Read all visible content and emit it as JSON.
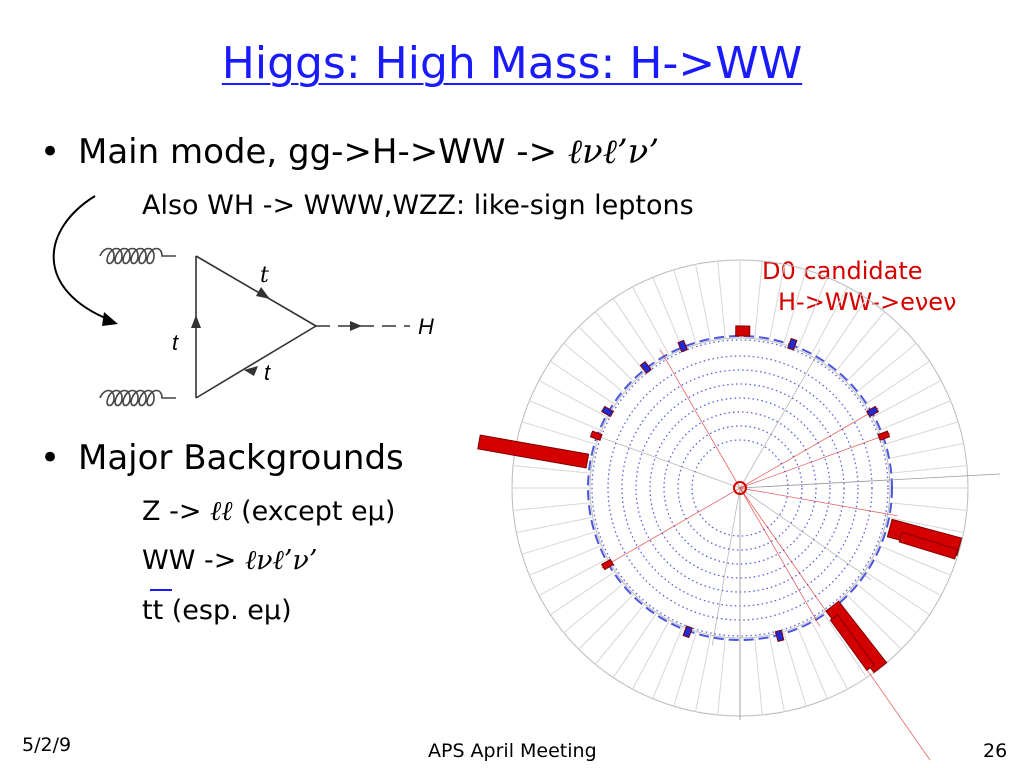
{
  "slide": {
    "title": "Higgs: High Mass: H->WW",
    "bullet1": {
      "text": "Main mode, gg->H->WW -> ",
      "symbol": "ℓνℓ’ν’",
      "sub": "Also WH -> WWW,WZZ:  like-sign leptons"
    },
    "bullet2": {
      "text": "Major Backgrounds",
      "items": [
        {
          "prefix": "Z -> ",
          "symbol": "ℓℓ",
          "suffix": " (except eμ)"
        },
        {
          "prefix": "WW -> ",
          "symbol": "ℓνℓ’ν’",
          "suffix": ""
        },
        {
          "prefix": "tt",
          "symbol": "",
          "suffix": " (esp. eμ)"
        }
      ]
    },
    "annotation": {
      "line1": "D0 candidate",
      "line2": "H->WW->eνeν"
    },
    "feynman": {
      "label_top": "t",
      "label_left": "t",
      "label_bottom": "t",
      "label_higgs": "H"
    },
    "footer": {
      "date": "5/2/9",
      "meeting": "APS April Meeting",
      "page": "26"
    },
    "colors": {
      "title": "#1a1aff",
      "annotation": "#d40000",
      "event_red": "#d40000",
      "event_blue": "#1f2bd6",
      "event_yellow": "#f2d600"
    }
  }
}
